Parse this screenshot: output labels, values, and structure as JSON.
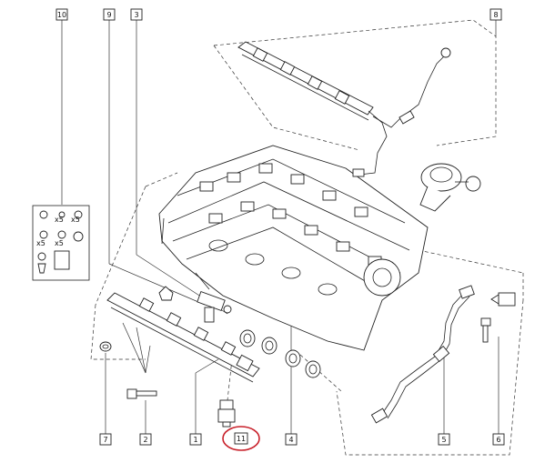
{
  "callouts": [
    {
      "id": "c10",
      "label": "10"
    },
    {
      "id": "c9",
      "label": "9"
    },
    {
      "id": "c3",
      "label": "3"
    },
    {
      "id": "c8",
      "label": "8"
    },
    {
      "id": "c7",
      "label": "7"
    },
    {
      "id": "c2",
      "label": "2"
    },
    {
      "id": "c1",
      "label": "1"
    },
    {
      "id": "c11",
      "label": "11",
      "highlighted": true
    },
    {
      "id": "c4",
      "label": "4"
    },
    {
      "id": "c5",
      "label": "5"
    },
    {
      "id": "c6",
      "label": "6"
    }
  ],
  "kit_quantities": [
    "x5",
    "x5",
    "x5",
    "x5"
  ],
  "highlight_color": "#c8202a"
}
